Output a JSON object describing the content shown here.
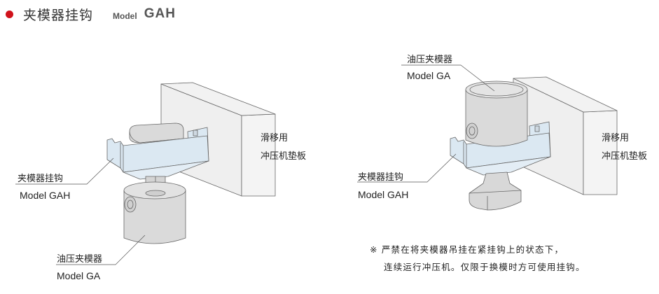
{
  "header": {
    "bullet_color": "#d0121b",
    "title_cn": "夹模器挂钩",
    "model_label": "Model",
    "model_code": "GAH"
  },
  "left_figure": {
    "hook_label_cn": "夹模器挂钩",
    "hook_label_en": "Model GAH",
    "clamp_label_cn": "油压夹模器",
    "clamp_label_en": "Model GA",
    "plate_label_line1": "滑移用",
    "plate_label_line2": "冲压机垫板"
  },
  "right_figure": {
    "clamp_label_cn": "油压夹模器",
    "clamp_label_en": "Model GA",
    "hook_label_cn": "夹模器挂钩",
    "hook_label_en": "Model GAH",
    "plate_label_line1": "滑移用",
    "plate_label_line2": "冲压机垫板"
  },
  "note": {
    "line1": "※ 严禁在将夹模器吊挂在紧挂钩上的状态下，",
    "line2": "连续运行冲压机。仅限于换模时方可使用挂钩。"
  },
  "colors": {
    "wall": "#eeeeee",
    "hook": "#dbe8f2",
    "metal": "#d8d8d8",
    "outline": "#555555"
  }
}
